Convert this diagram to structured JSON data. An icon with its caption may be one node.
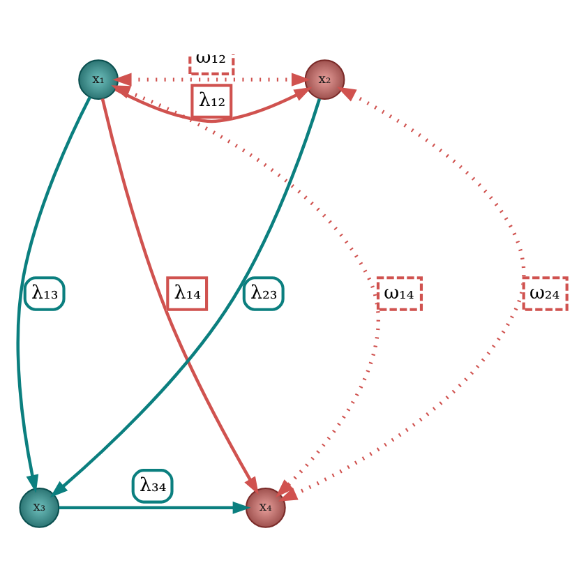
{
  "diagram": {
    "nodes": [
      {
        "text": [
          "x₁"
        ]
      },
      {
        "text": [
          "x₂"
        ]
      },
      {
        "text": [
          "x₃"
        ]
      },
      {
        "text": [
          "x₄"
        ]
      }
    ],
    "edges": [
      {
        "from": 0,
        "to": 1,
        "arrow": "to",
        "label": "λ₁₂"
      },
      {
        "from": 0,
        "to": 1,
        "arrow": "both",
        "label": "ω₁₂",
        "style": "dashed"
      },
      {
        "from": 0,
        "to": 2,
        "arrow": "to",
        "label": "λ₁₃",
        "color": "#0b7f7f"
      },
      {
        "from": 0,
        "to": 3,
        "arrow": "to",
        "label": "λ₁₄"
      },
      {
        "from": 1,
        "to": 2,
        "arrow": "to",
        "label": "λ₂₃",
        "color": "#0b7f7f"
      },
      {
        "from": 0,
        "to": 3,
        "arrow": "both",
        "label": "ω₁₄",
        "style": "dashed"
      },
      {
        "from": 1,
        "to": 3,
        "arrow": "both",
        "label": "ω₂₄",
        "style": "dashed"
      },
      {
        "from": 2,
        "to": 3,
        "arrow": "to",
        "label": "λ₃₄",
        "color": "#0b7f7f"
      }
    ]
  }
}
